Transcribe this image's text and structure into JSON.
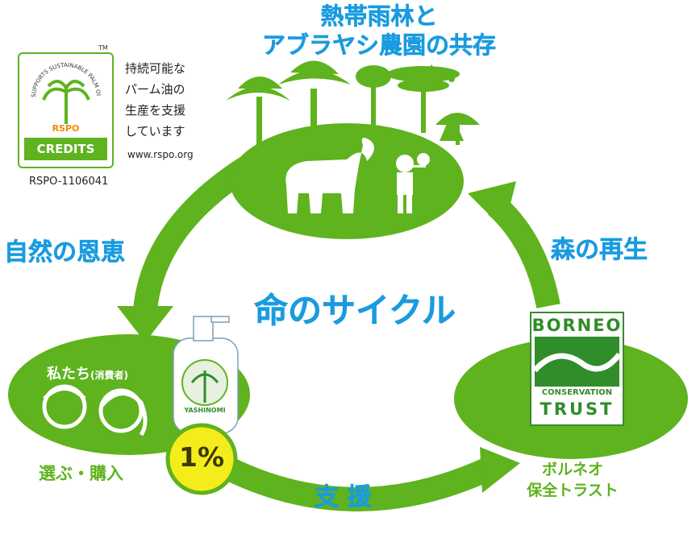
{
  "title": {
    "line1": "熱帯雨林と",
    "line2": "アブラヤシ農園の共存"
  },
  "rspo": {
    "arc_text": "SUPPORTS SUSTAINABLE PALM OIL",
    "tm": "TM",
    "brand": "RSPO",
    "credits": "CREDITS",
    "id": "RSPO-1106041",
    "desc": [
      "持続可能な",
      "パーム油の",
      "生産を支援",
      "しています"
    ],
    "url": "www.rspo.org"
  },
  "center_label": "命のサイクル",
  "arrows": {
    "left": "自然の恩恵",
    "right": "森の再生",
    "bottom": "支 援"
  },
  "consumer": {
    "title": "私たち",
    "title_note": "(消費者)",
    "action": "選ぶ・購入"
  },
  "product": {
    "brand": "YASHINOMI",
    "percent": "1%"
  },
  "bct": {
    "logo_top": "BORNEO",
    "logo_mid": "CONSERVATION",
    "logo_bottom": "TRUST",
    "caption_line1": "ボルネオ",
    "caption_line2": "保全トラスト"
  },
  "colors": {
    "green": "#5fb31e",
    "blue": "#1a9be0",
    "yellow": "#f5ec1c",
    "white": "#ffffff"
  }
}
